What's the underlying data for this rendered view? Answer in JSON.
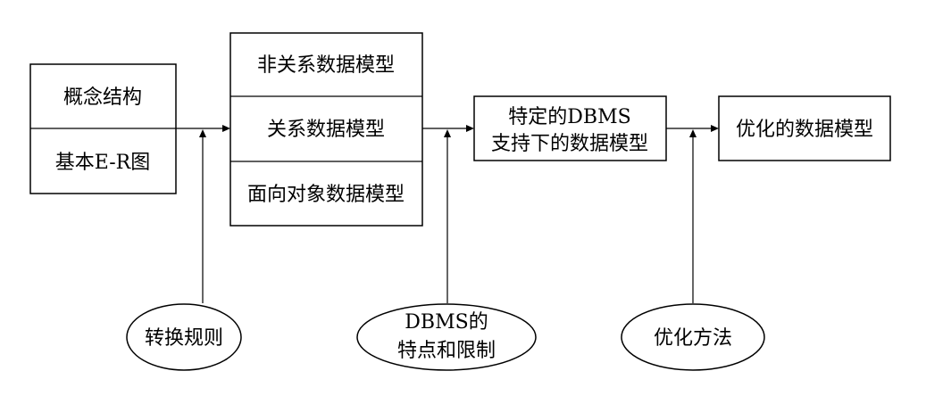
{
  "concept_box": {
    "top_label": "概念结构",
    "bottom_label": "基本E-R图"
  },
  "model_stack": {
    "items": [
      "非关系数据模型",
      "关系数据模型",
      "面向对象数据模型"
    ]
  },
  "dbms_model_box": {
    "line1": "特定的DBMS",
    "line2": "支持下的数据模型"
  },
  "optimized_box": {
    "label": "优化的数据模型"
  },
  "ellipses": {
    "conversion_rules": "转换规则",
    "dbms_traits_line1": "DBMS的",
    "dbms_traits_line2": "特点和限制",
    "optimization_methods": "优化方法"
  }
}
